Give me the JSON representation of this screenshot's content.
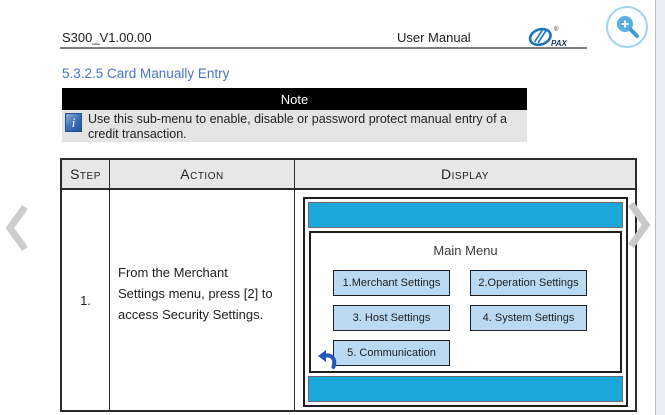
{
  "header": {
    "version": "S300_V1.00.00",
    "title": "User Manual",
    "logo_text": "PAX",
    "logo_mark": "®"
  },
  "section_heading": "5.3.2.5 Card Manually Entry",
  "note": {
    "title": "Note",
    "icon": "info-icon",
    "body": "Use this sub-menu to enable, disable or password protect manual entry of a credit transaction."
  },
  "table": {
    "headers": {
      "step": "Step",
      "action": "Action",
      "display": "Display"
    },
    "rows": [
      {
        "step": "1.",
        "action": "From the Merchant Settings menu, press [2] to access Security Settings.",
        "display": {
          "title": "Main Menu",
          "buttons": [
            "1.Merchant Settings",
            "2.Operation Settings",
            "3. Host Settings",
            "4. System Settings",
            "5. Communication"
          ],
          "back_icon": "back-arrow-icon"
        }
      }
    ]
  },
  "pagination": {
    "prev_icon": "chevron-left-icon",
    "next_icon": "chevron-right-icon"
  },
  "toolbar": {
    "zoom_icon": "magnifier-plus-icon"
  },
  "colors": {
    "accent_cyan": "#1BA7DA",
    "menu_button_blue": "#BAD9F3",
    "heading_blue": "#4675C5",
    "note_bar_bg": "#000000",
    "note_body_bg": "#E4E4E4",
    "back_arrow_blue": "#2458B8"
  }
}
